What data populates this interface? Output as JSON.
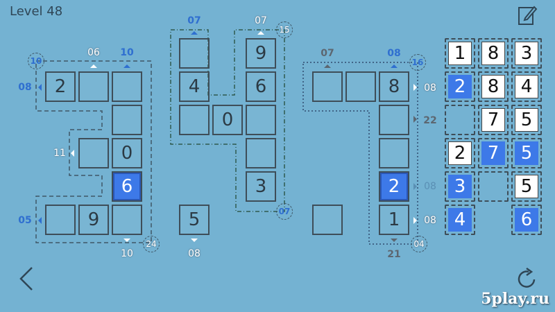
{
  "header": {
    "title": "Level 48",
    "edit_icon": "pencil-note-icon"
  },
  "colors": {
    "background": "#74b2d2",
    "highlight": "#3d79e8",
    "clue_blue": "#2f6fd0",
    "clue_grey": "#5c6670",
    "clue_white": "#ffffff"
  },
  "board": {
    "cells": [
      {
        "value": "2",
        "state": "filled"
      },
      {
        "value": "",
        "state": "empty"
      },
      {
        "value": "",
        "state": "empty"
      },
      {
        "value": "",
        "state": "empty"
      },
      {
        "value": "",
        "state": "empty"
      },
      {
        "value": "0",
        "state": "filled"
      },
      {
        "value": "6",
        "state": "highlighted"
      },
      {
        "value": "",
        "state": "empty"
      },
      {
        "value": "9",
        "state": "filled"
      },
      {
        "value": "",
        "state": "empty"
      },
      {
        "value": "",
        "state": "empty"
      },
      {
        "value": "9",
        "state": "filled"
      },
      {
        "value": "4",
        "state": "filled"
      },
      {
        "value": "6",
        "state": "filled"
      },
      {
        "value": "",
        "state": "empty"
      },
      {
        "value": "0",
        "state": "filled"
      },
      {
        "value": "",
        "state": "empty"
      },
      {
        "value": "",
        "state": "empty"
      },
      {
        "value": "3",
        "state": "filled"
      },
      {
        "value": "5",
        "state": "filled"
      },
      {
        "value": "",
        "state": "empty"
      },
      {
        "value": "",
        "state": "empty"
      },
      {
        "value": "8",
        "state": "filled"
      },
      {
        "value": "",
        "state": "empty"
      },
      {
        "value": "",
        "state": "empty"
      },
      {
        "value": "2",
        "state": "highlighted"
      },
      {
        "value": "1",
        "state": "filled"
      },
      {
        "value": "",
        "state": "empty"
      }
    ],
    "clues": [
      {
        "text": "06",
        "color": "white"
      },
      {
        "text": "10",
        "color": "blue"
      },
      {
        "text": "08",
        "color": "blue"
      },
      {
        "text": "11",
        "color": "white"
      },
      {
        "text": "05",
        "color": "blue"
      },
      {
        "text": "10",
        "color": "white"
      },
      {
        "text": "07",
        "color": "blue"
      },
      {
        "text": "07",
        "color": "white"
      },
      {
        "text": "08",
        "color": "white"
      },
      {
        "text": "07",
        "color": "grey"
      },
      {
        "text": "08",
        "color": "blue"
      },
      {
        "text": "08",
        "color": "white"
      },
      {
        "text": "22",
        "color": "grey"
      },
      {
        "text": "08",
        "color": "faded"
      },
      {
        "text": "08",
        "color": "white"
      },
      {
        "text": "21",
        "color": "grey"
      }
    ],
    "sums": [
      {
        "text": "10",
        "color": "blue"
      },
      {
        "text": "24",
        "color": "white"
      },
      {
        "text": "15",
        "color": "white"
      },
      {
        "text": "07",
        "color": "blue"
      },
      {
        "text": "16",
        "color": "blue"
      },
      {
        "text": "04",
        "color": "white"
      }
    ]
  },
  "tray": [
    [
      {
        "value": "1",
        "style": "white"
      },
      {
        "value": "8",
        "style": "white"
      },
      {
        "value": "3",
        "style": "white"
      }
    ],
    [
      {
        "value": "2",
        "style": "blue"
      },
      {
        "value": "8",
        "style": "white"
      },
      {
        "value": "4",
        "style": "white"
      }
    ],
    [
      {
        "value": "",
        "style": "slot"
      },
      {
        "value": "7",
        "style": "white"
      },
      {
        "value": "5",
        "style": "white"
      }
    ],
    [
      {
        "value": "2",
        "style": "white"
      },
      {
        "value": "7",
        "style": "blue"
      },
      {
        "value": "5",
        "style": "blue"
      }
    ],
    [
      {
        "value": "3",
        "style": "blue"
      },
      {
        "value": "",
        "style": "slot"
      },
      {
        "value": "5",
        "style": "white"
      }
    ],
    [
      {
        "value": "4",
        "style": "blue"
      },
      null,
      {
        "value": "6",
        "style": "blue"
      }
    ]
  ],
  "footer": {
    "back_icon": "chevron-left-icon",
    "restart_icon": "restart-icon",
    "watermark": "5play.ru"
  }
}
